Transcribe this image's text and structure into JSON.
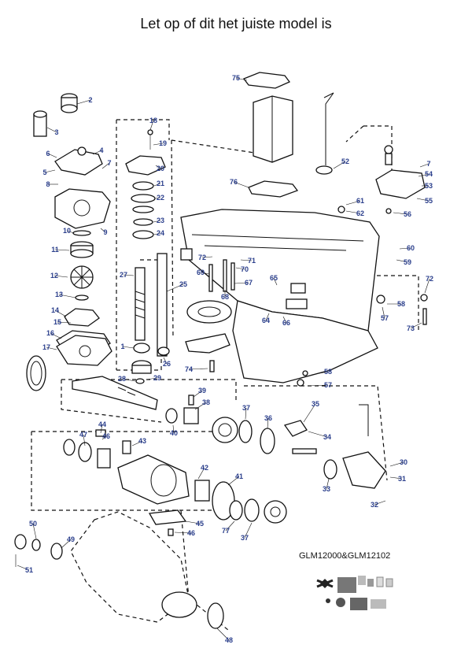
{
  "title": "Let op of dit het juiste model is",
  "model_code": "GLM12000&GLM12102",
  "callouts": [
    {
      "id": "75",
      "num": "75"
    },
    {
      "id": "2",
      "num": "2"
    },
    {
      "id": "3",
      "num": "3"
    },
    {
      "id": "18",
      "num": "18"
    },
    {
      "id": "19",
      "num": "19"
    },
    {
      "id": "4",
      "num": "4"
    },
    {
      "id": "6",
      "num": "6"
    },
    {
      "id": "7a",
      "num": "7"
    },
    {
      "id": "5",
      "num": "5"
    },
    {
      "id": "8",
      "num": "8"
    },
    {
      "id": "20",
      "num": "20"
    },
    {
      "id": "21",
      "num": "21"
    },
    {
      "id": "22",
      "num": "22"
    },
    {
      "id": "23",
      "num": "23"
    },
    {
      "id": "24",
      "num": "24"
    },
    {
      "id": "9",
      "num": "9"
    },
    {
      "id": "10",
      "num": "10"
    },
    {
      "id": "11",
      "num": "11"
    },
    {
      "id": "12",
      "num": "12"
    },
    {
      "id": "13",
      "num": "13"
    },
    {
      "id": "14",
      "num": "14"
    },
    {
      "id": "15",
      "num": "15"
    },
    {
      "id": "16",
      "num": "16"
    },
    {
      "id": "17",
      "num": "17"
    },
    {
      "id": "27",
      "num": "27"
    },
    {
      "id": "25",
      "num": "25"
    },
    {
      "id": "1",
      "num": "1"
    },
    {
      "id": "26",
      "num": "26"
    },
    {
      "id": "28",
      "num": "28"
    },
    {
      "id": "29",
      "num": "29"
    },
    {
      "id": "52",
      "num": "52"
    },
    {
      "id": "76",
      "num": "76"
    },
    {
      "id": "7b",
      "num": "7"
    },
    {
      "id": "54",
      "num": "54"
    },
    {
      "id": "53",
      "num": "53"
    },
    {
      "id": "55",
      "num": "55"
    },
    {
      "id": "61",
      "num": "61"
    },
    {
      "id": "62",
      "num": "62"
    },
    {
      "id": "56",
      "num": "56"
    },
    {
      "id": "72a",
      "num": "72"
    },
    {
      "id": "70",
      "num": "70"
    },
    {
      "id": "71",
      "num": "71"
    },
    {
      "id": "69",
      "num": "69"
    },
    {
      "id": "67",
      "num": "67"
    },
    {
      "id": "68",
      "num": "68"
    },
    {
      "id": "65",
      "num": "65"
    },
    {
      "id": "60",
      "num": "60"
    },
    {
      "id": "59",
      "num": "59"
    },
    {
      "id": "72b",
      "num": "72"
    },
    {
      "id": "58a",
      "num": "58"
    },
    {
      "id": "57a",
      "num": "57"
    },
    {
      "id": "73",
      "num": "73"
    },
    {
      "id": "64",
      "num": "64"
    },
    {
      "id": "66",
      "num": "66"
    },
    {
      "id": "74",
      "num": "74"
    },
    {
      "id": "58b",
      "num": "58"
    },
    {
      "id": "57b",
      "num": "57"
    },
    {
      "id": "39",
      "num": "39"
    },
    {
      "id": "38",
      "num": "38"
    },
    {
      "id": "37a",
      "num": "37"
    },
    {
      "id": "36",
      "num": "36"
    },
    {
      "id": "35",
      "num": "35"
    },
    {
      "id": "40",
      "num": "40"
    },
    {
      "id": "34",
      "num": "34"
    },
    {
      "id": "44",
      "num": "44"
    },
    {
      "id": "47",
      "num": "47"
    },
    {
      "id": "46a",
      "num": "46"
    },
    {
      "id": "43",
      "num": "43"
    },
    {
      "id": "30",
      "num": "30"
    },
    {
      "id": "31",
      "num": "31"
    },
    {
      "id": "33",
      "num": "33"
    },
    {
      "id": "42",
      "num": "42"
    },
    {
      "id": "41",
      "num": "41"
    },
    {
      "id": "32",
      "num": "32"
    },
    {
      "id": "50",
      "num": "50"
    },
    {
      "id": "45",
      "num": "45"
    },
    {
      "id": "49",
      "num": "49"
    },
    {
      "id": "46b",
      "num": "46"
    },
    {
      "id": "77",
      "num": "77"
    },
    {
      "id": "37b",
      "num": "37"
    },
    {
      "id": "51",
      "num": "51"
    },
    {
      "id": "48",
      "num": "48"
    }
  ]
}
